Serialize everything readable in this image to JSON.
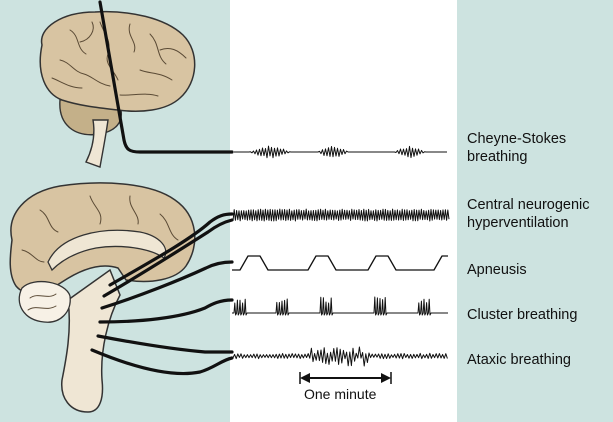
{
  "colors": {
    "panel": "#cde3e0",
    "brain": "#d8c4a2",
    "brain_dark": "#c9b088",
    "cerebellum": "#c4b089",
    "line": "#111111"
  },
  "patterns": [
    {
      "id": "cheyne-stokes",
      "line1": "Cheyne-Stokes",
      "line2": "breathing"
    },
    {
      "id": "central-neurogenic",
      "line1": "Central neurogenic",
      "line2": "hyperventilation"
    },
    {
      "id": "apneusis",
      "line1": "Apneusis",
      "line2": ""
    },
    {
      "id": "cluster",
      "line1": "Cluster breathing",
      "line2": ""
    },
    {
      "id": "ataxic",
      "line1": "Ataxic breathing",
      "line2": ""
    }
  ],
  "scale": {
    "label": "One minute"
  }
}
